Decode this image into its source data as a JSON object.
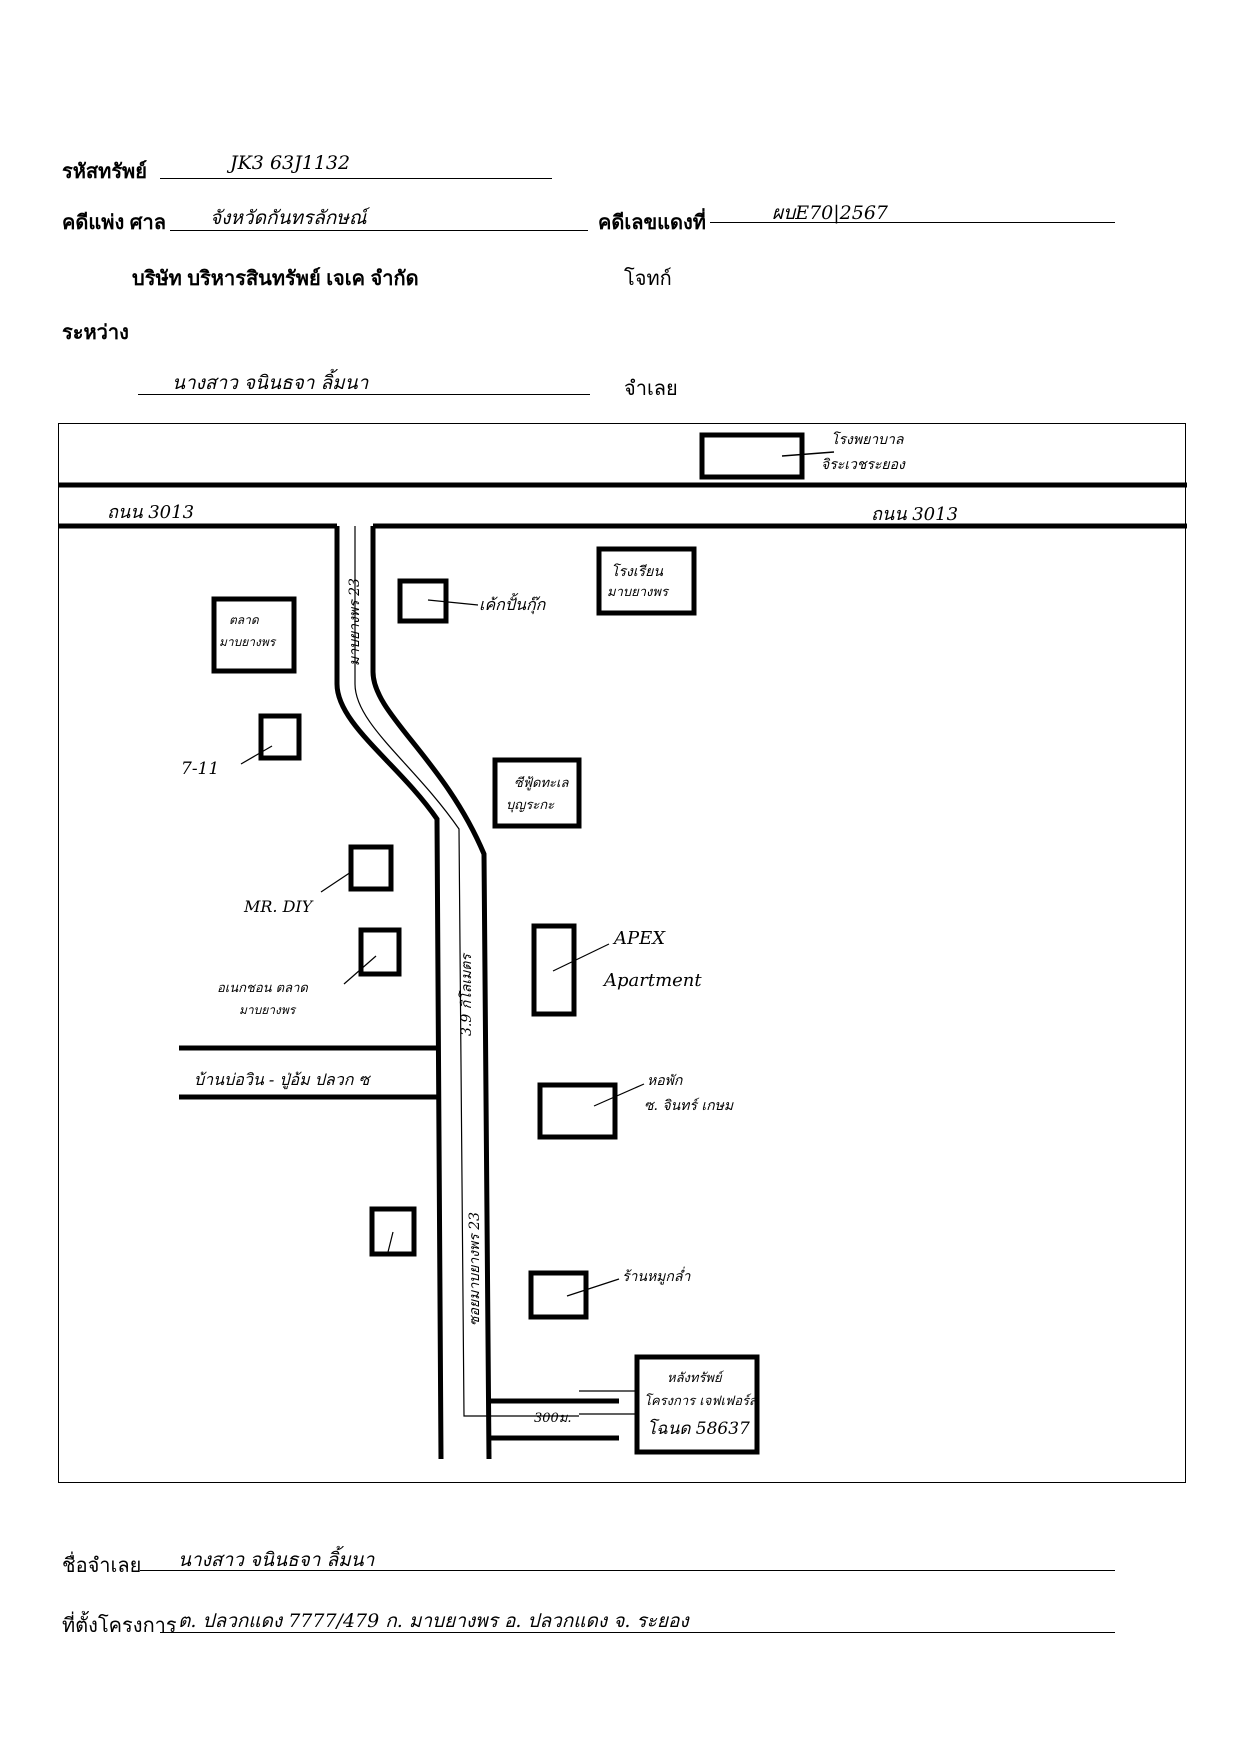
{
  "header": {
    "asset_code_label": "รหัสทรัพย์",
    "asset_code_value": "JK3  63J1132",
    "civil_court_label": "คดีแพ่ง ศาล",
    "civil_court_value": "จังหวัดกันทรลักษณ์",
    "red_case_label": "คดีเลขแดงที่",
    "red_case_value": "ผบE70|2567",
    "plaintiff_name": "บริษัท บริหารสินทรัพย์ เจเค จำกัด",
    "plaintiff_label": "โจทก์",
    "between_label": "ระหว่าง",
    "defendant_value": "นางสาว จนินธจา  ลิ้มนา",
    "defendant_label": "จำเลย"
  },
  "map": {
    "road_top_left": "ถนน 3013",
    "road_top_right": "ถนน 3013",
    "hospital": [
      "โรงพยาบาล",
      "จิระเวชระยอง"
    ],
    "cake_shop": "เค้กปั้นกุ๊ก",
    "school": [
      "โรงเรียน",
      "มาบยางพร"
    ],
    "market": [
      "ตลาด",
      "มาบยางพร"
    ],
    "seven_eleven": "7-11",
    "mrdiy": "MR. DIY",
    "seafood": [
      "ซีฟู้ดทะเล",
      "บุญระกะ"
    ],
    "apex": [
      "APEX",
      "Apartment"
    ],
    "express_market": [
      "อเนกชอน ตลาด",
      "มาบยางพร"
    ],
    "road_bowin": "บ้านบ่อวิน - ปู่อ้ม ปลวก ซ",
    "soi_upper": "มาบยางพร 23",
    "soi_mid": "3.9 กิโลเมตร",
    "soi_lower": "ซอยมาบยางพร 23",
    "dorm": [
      "หอพัก",
      "ซ. จินทร์ เกษม"
    ],
    "tiny_shop": "ร้านหมูกล่ำ",
    "distance": "300ม.",
    "project": [
      "หลังทรัพย์",
      "โครงการ เจฟเฟอร์ส",
      "โฉนด 58637"
    ]
  },
  "footer": {
    "defendant_name_label": "ชื่อจำเลย",
    "defendant_name_value": "นางสาว จนินธจา   ลิ้มนา",
    "project_location_label": "ที่ตั้งโครงการ",
    "project_location_value": "ต. ปลวกแดง   7777/479   ก. มาบยางพร   อ. ปลวกแดง   จ. ระยอง"
  }
}
